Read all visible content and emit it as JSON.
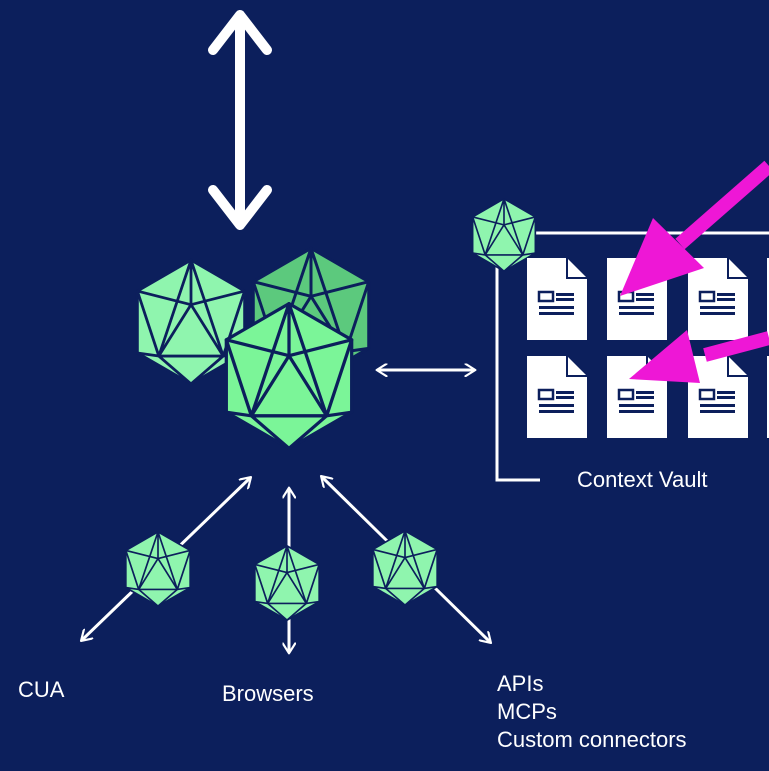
{
  "labels": {
    "vault": "Context Vault",
    "cua": "CUA",
    "browsers": "Browsers",
    "apis_lines": [
      "APIs",
      "MCPs",
      "Custom connectors"
    ]
  },
  "colors": {
    "background": "#0c1f5c",
    "node_light": "#8ff5ae",
    "node_mid": "#5cc97d",
    "node_bright": "#7bf598",
    "outline": "#0c1f5c",
    "arrow": "#ffffff",
    "pointer": "#ee17d6",
    "document": "#ffffff"
  },
  "icons": {
    "node": "icosahedron-icon",
    "document": "document-icon"
  }
}
